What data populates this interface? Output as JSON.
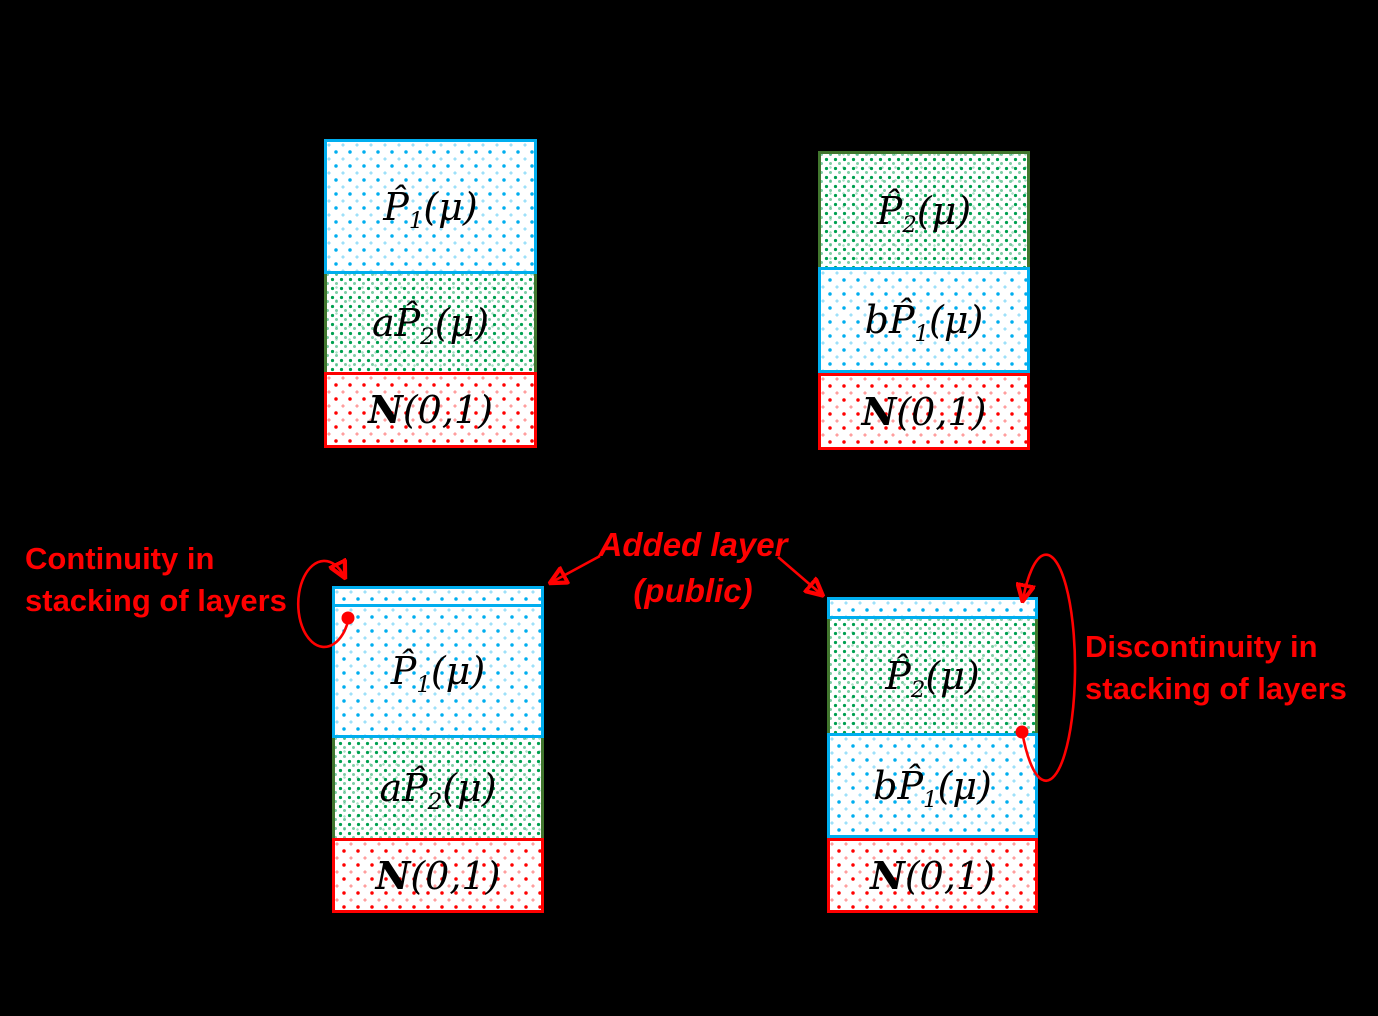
{
  "colors": {
    "blue": "#00aeef",
    "red": "#ff0000",
    "green_dots": "#00a050",
    "green_border": "#41762e",
    "fill": "#ffffff",
    "background": "#000000",
    "text": "#000000"
  },
  "stacks": {
    "top_left": {
      "layers": [
        {
          "pre": "",
          "base": "P̂",
          "sub": "1",
          "post": "(μ)"
        },
        {
          "pre": "a",
          "base": "P̂",
          "sub": "2",
          "post": "(μ)"
        },
        {
          "pre": "",
          "base": "N",
          "sub": "",
          "post": "(0,1)"
        }
      ]
    },
    "top_right": {
      "layers": [
        {
          "pre": "",
          "base": "P̂",
          "sub": "2",
          "post": "(μ)"
        },
        {
          "pre": "b",
          "base": "P̂",
          "sub": "1",
          "post": "(μ)"
        },
        {
          "pre": "",
          "base": "N",
          "sub": "",
          "post": "(0,1)"
        }
      ]
    },
    "bottom_left": {
      "layers": [
        {
          "pre": "",
          "base": "",
          "sub": "",
          "post": ""
        },
        {
          "pre": "",
          "base": "P̂",
          "sub": "1",
          "post": "(μ)"
        },
        {
          "pre": "a",
          "base": "P̂",
          "sub": "2",
          "post": "(μ)"
        },
        {
          "pre": "",
          "base": "N",
          "sub": "",
          "post": "(0,1)"
        }
      ]
    },
    "bottom_right": {
      "layers": [
        {
          "pre": "",
          "base": "",
          "sub": "",
          "post": ""
        },
        {
          "pre": "",
          "base": "P̂",
          "sub": "2",
          "post": "(μ)"
        },
        {
          "pre": "b",
          "base": "P̂",
          "sub": "1",
          "post": "(μ)"
        },
        {
          "pre": "",
          "base": "N",
          "sub": "",
          "post": "(0,1)"
        }
      ]
    }
  },
  "annotations": {
    "continuity": {
      "line1": "Continuity in",
      "line2": "stacking of layers"
    },
    "added_layer": {
      "line1": "Added layer",
      "line2": "(public)"
    },
    "discontinuity": {
      "line1": "Discontinuity in",
      "line2": "stacking of layers"
    }
  }
}
